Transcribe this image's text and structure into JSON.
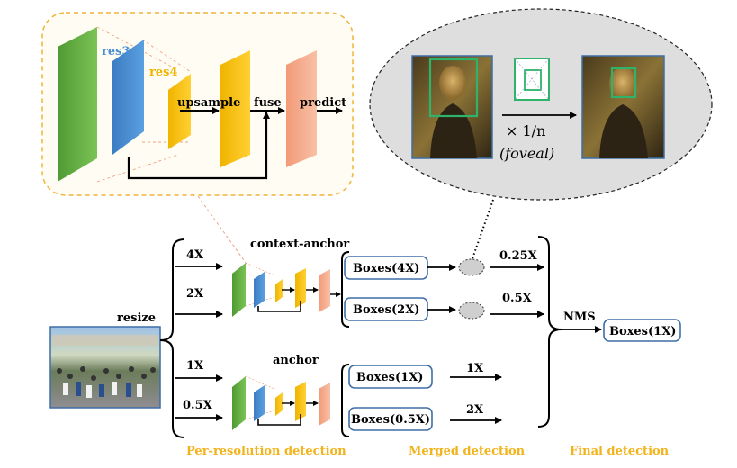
{
  "zoom_panel": {
    "res3_label": "res3",
    "res4_label": "res4",
    "upsample_label": "upsample",
    "fuse_label": "fuse",
    "predict_label": "predict"
  },
  "foveal_panel": {
    "scale_label": "× 1/n",
    "foveal_label": "(foveal)"
  },
  "pipeline": {
    "resize_label": "resize",
    "context_anchor_label": "context-anchor",
    "anchor_label": "anchor",
    "scales": [
      "4X",
      "2X",
      "1X",
      "0.5X"
    ],
    "box_labels": [
      "Boxes(4X)",
      "Boxes(2X)",
      "Boxes(1X)",
      "Boxes(0.5X)"
    ],
    "merge_factors": [
      "0.25X",
      "0.5X",
      "1X",
      "2X"
    ],
    "nms_label": "NMS",
    "final_box_label": "Boxes(1X)"
  },
  "footer": {
    "per_resolution": "Per-resolution detection",
    "merged": "Merged detection",
    "final": "Final detection"
  },
  "colors": {
    "green": "#66b044",
    "blue": "#4a8fd4",
    "yellow": "#f9c200",
    "salmon": "#f4a585",
    "frame_orange": "#f0b43a",
    "caption_orange": "#f2b31b",
    "box_border": "#3f6fa6"
  }
}
